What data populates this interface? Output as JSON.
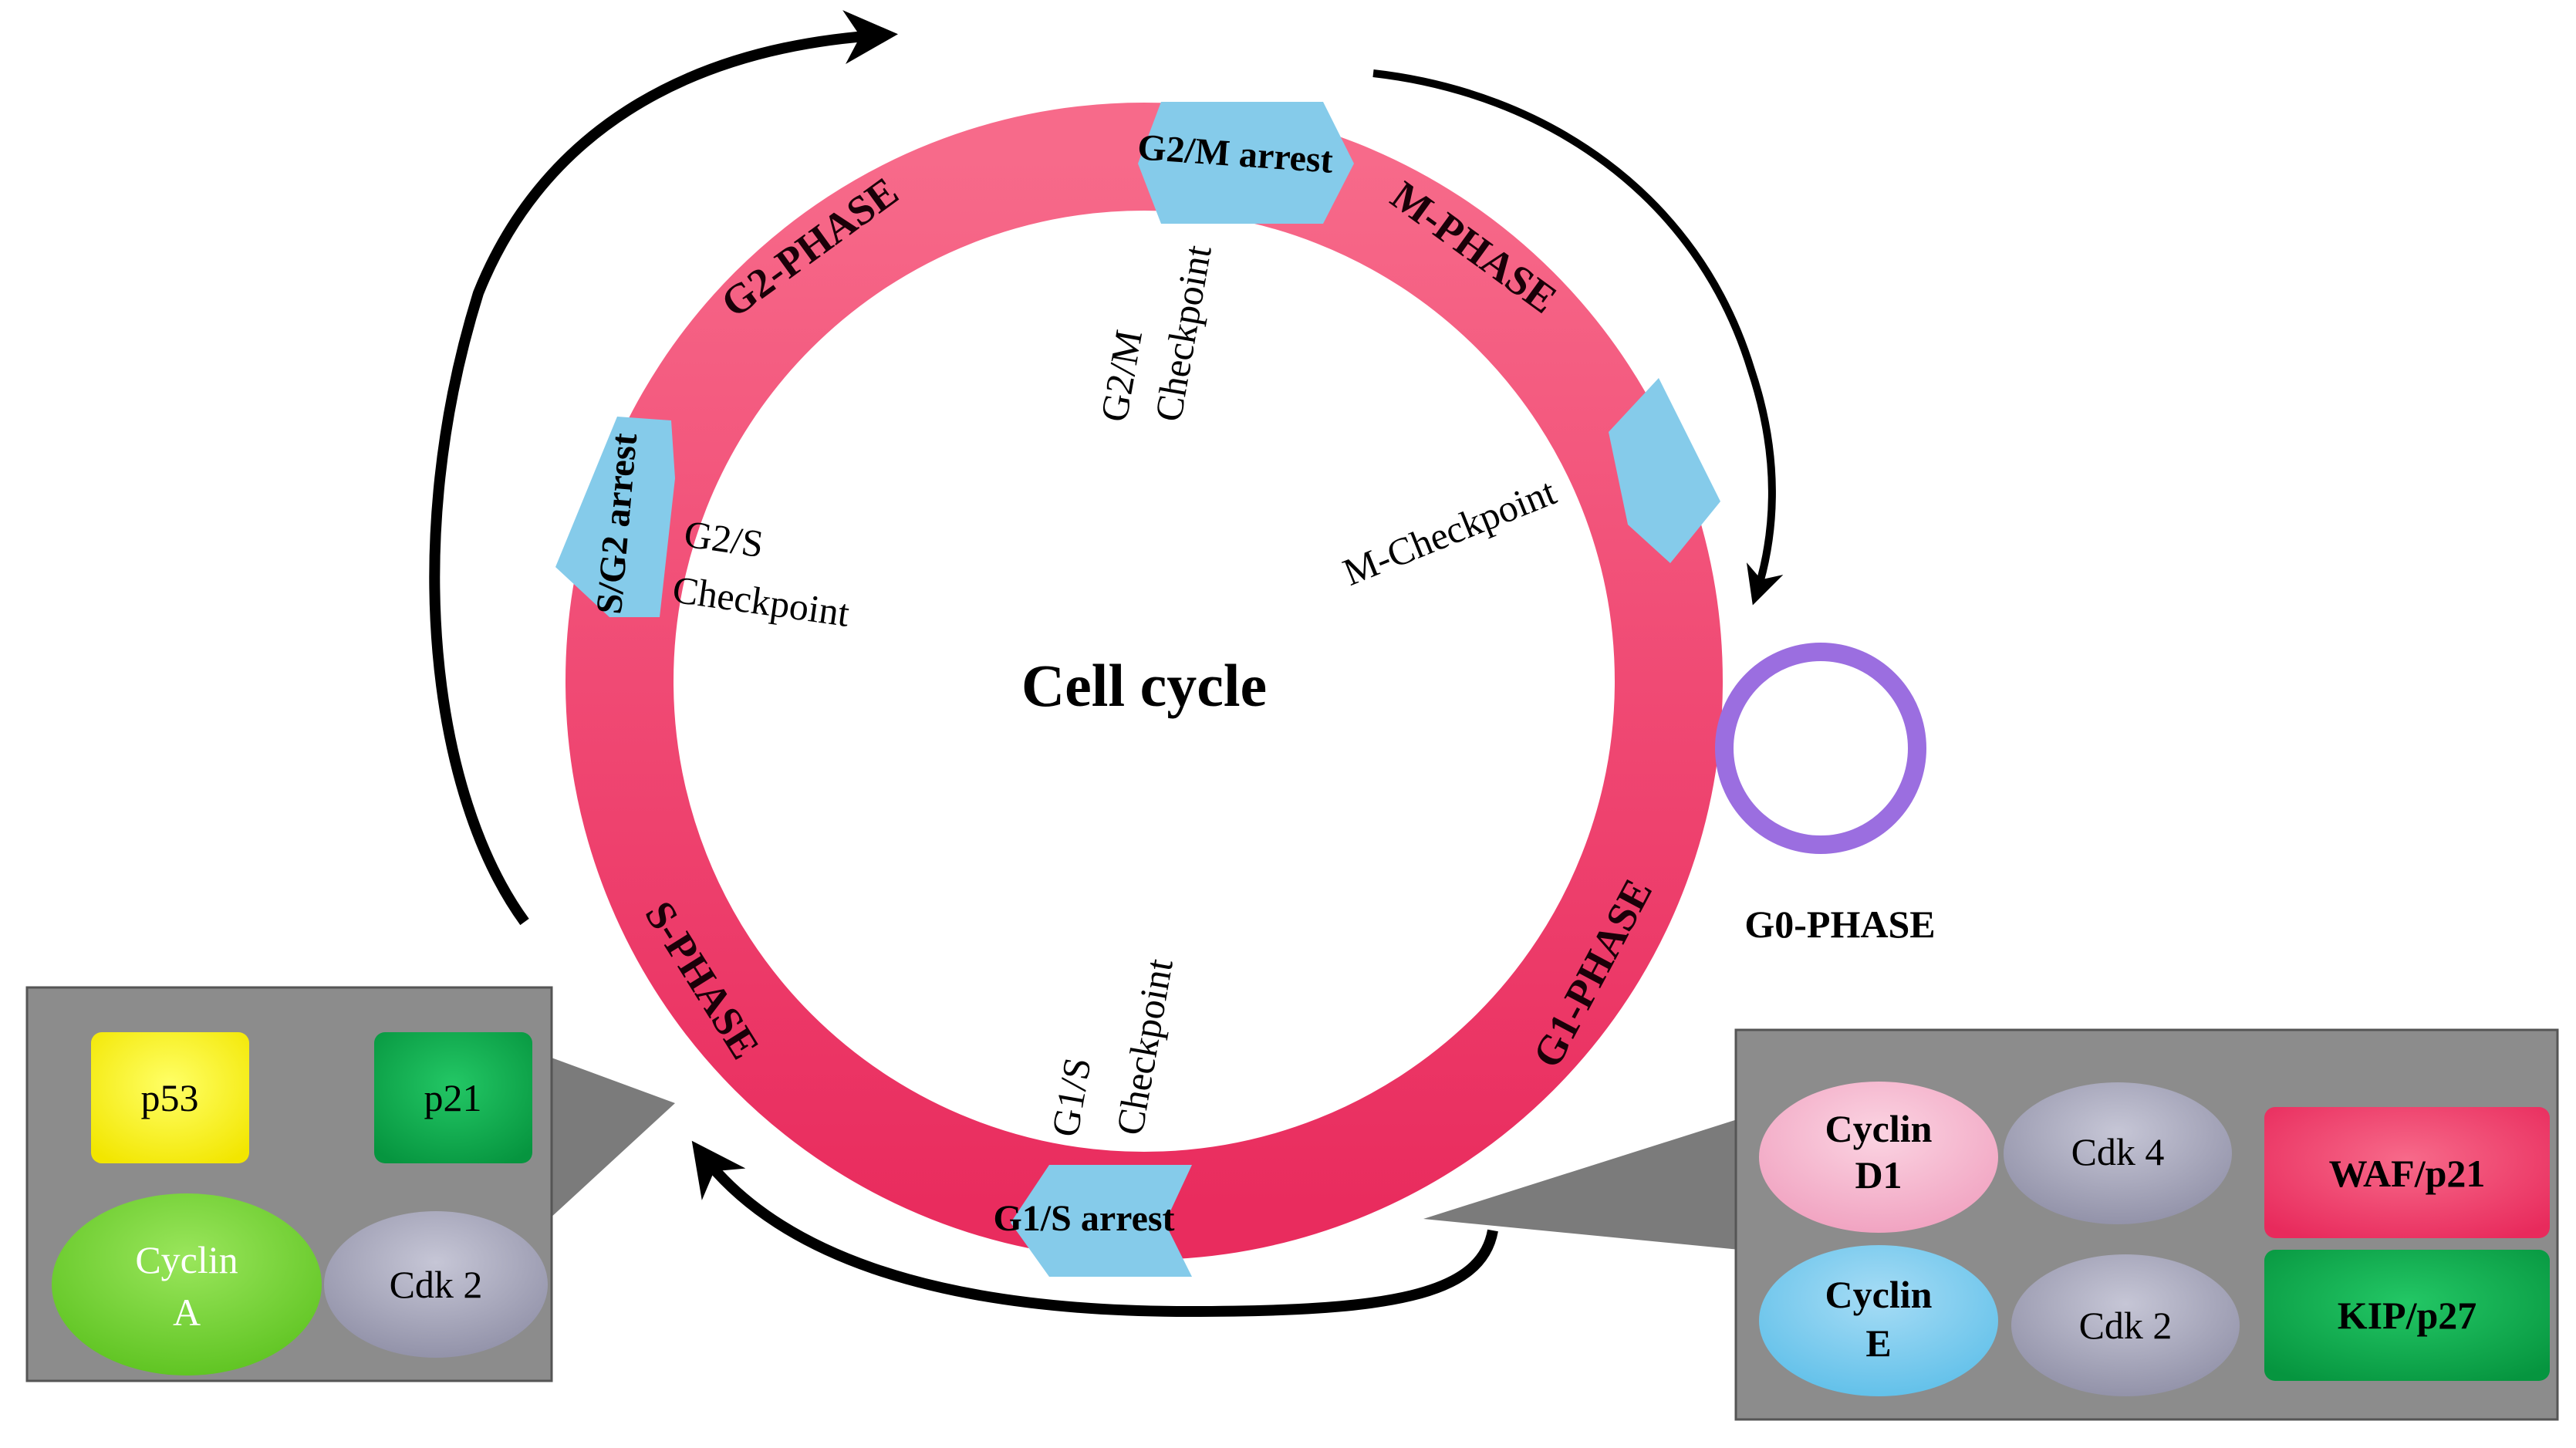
{
  "title": "Cell cycle",
  "phases": {
    "g2": "G2-PHASE",
    "m": "M-PHASE",
    "g1": "G1-PHASE",
    "s": "S-PHASE",
    "g0": "G0-PHASE"
  },
  "arrests": {
    "g2m": "G2/M arrest",
    "sg2": "S/G2 arrest",
    "g1s": "G1/S arrest"
  },
  "checkpoints": {
    "g2m_line1": "G2/M",
    "g2m_line2": "Checkpoint",
    "g2s_line1": "G2/S",
    "g2s_line2": "Checkpoint",
    "m": "M-Checkpoint",
    "g1s_line1": "G1/S",
    "g1s_line2": "Checkpoint"
  },
  "left_box": {
    "p53": "p53",
    "p21": "p21",
    "cyclin_a_line1": "Cyclin",
    "cyclin_a_line2": "A",
    "cdk2": "Cdk 2"
  },
  "right_box": {
    "cyclin_d1_line1": "Cyclin",
    "cyclin_d1_line2": "D1",
    "cdk4": "Cdk 4",
    "waf": "WAF/p21",
    "cyclin_e_line1": "Cyclin",
    "cyclin_e_line2": "E",
    "cdk2": "Cdk 2",
    "kip": "KIP/p27"
  },
  "colors": {
    "ring": "#ee3466",
    "arrest_band": "#85cbea",
    "g0_ring": "#9b6ee0",
    "box_bg": "#8c8c8c",
    "yellow": "#ffff00",
    "green": "#0aa84b",
    "pink_cyclin": "#f7b8cf",
    "blue_cyclin": "#7ecdf0",
    "green_cyclin": "#76d63a",
    "cdk": "#a9a9bd",
    "waf": "#f2426c"
  }
}
